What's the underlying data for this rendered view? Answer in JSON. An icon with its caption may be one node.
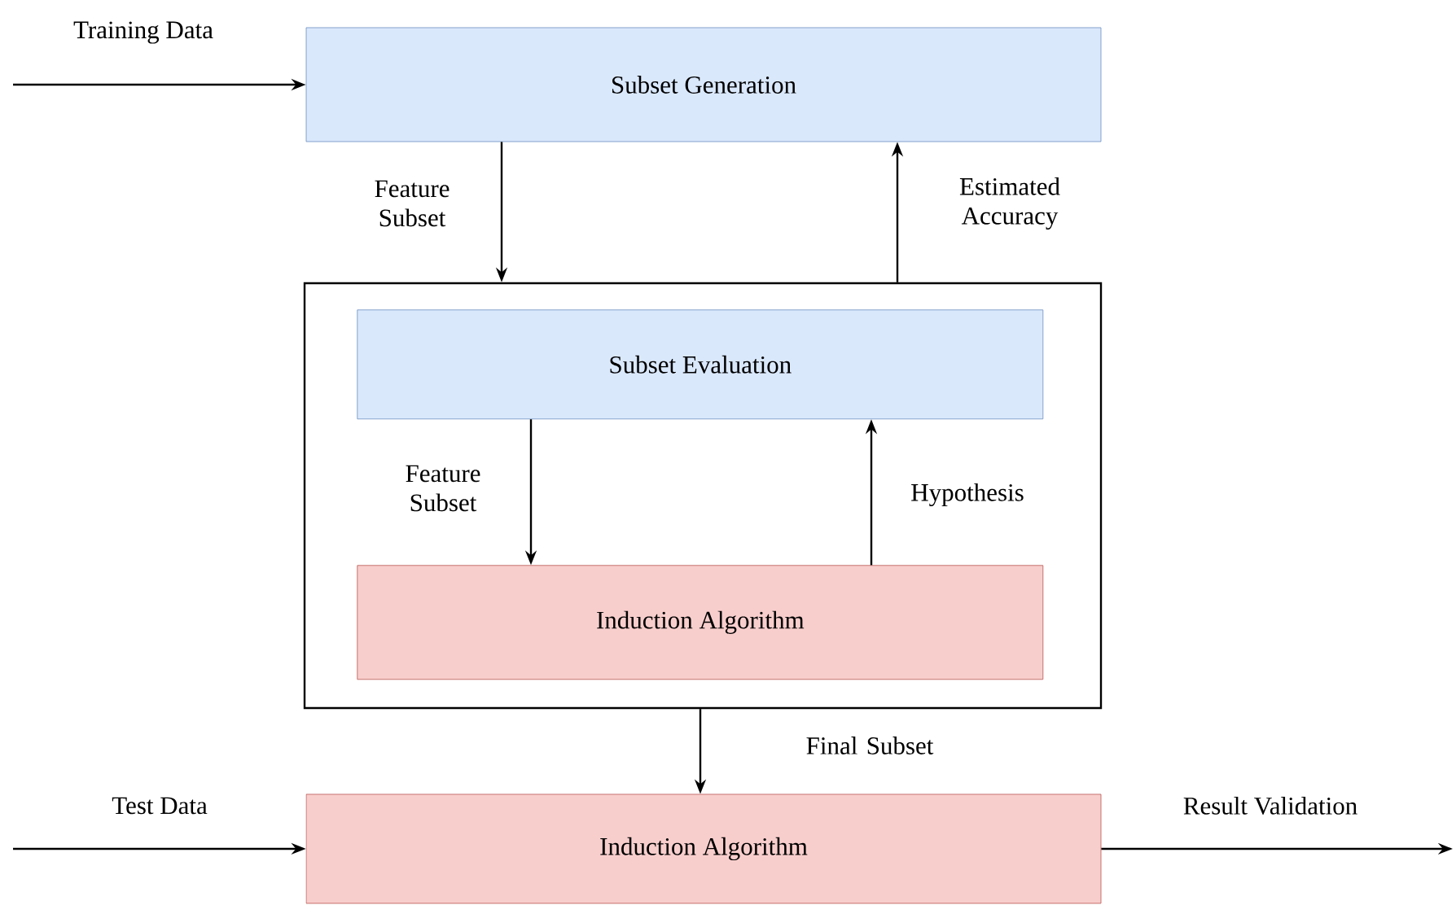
{
  "diagram": {
    "nodes": [
      {
        "text": [
          "Subset Generation"
        ]
      },
      {
        "text": [],
        "shape": "box"
      },
      {
        "text": [
          "Subset Evaluation"
        ],
        "in": 1
      },
      {
        "text": [
          "Induction Algorithm"
        ],
        "in": 1
      },
      {
        "text": [
          "Induction Algorithm"
        ]
      }
    ],
    "edges": [
      {
        "from": null,
        "to": 0,
        "arrow": "to",
        "label": "Training Data"
      },
      {
        "from": 0,
        "to": 1,
        "arrow": "to",
        "label": "Feature Subset"
      },
      {
        "from": 1,
        "to": 0,
        "arrow": "to",
        "label": "Estimated Accuracy"
      },
      {
        "from": 2,
        "to": 3,
        "arrow": "to",
        "label": "Feature Subset"
      },
      {
        "from": 3,
        "to": 2,
        "arrow": "to",
        "label": "Hypothesis"
      },
      {
        "from": 1,
        "to": 4,
        "arrow": "to",
        "label": "Final Subset"
      },
      {
        "from": null,
        "to": 4,
        "arrow": "to",
        "label": "Test Data"
      },
      {
        "from": 4,
        "to": null,
        "arrow": "to",
        "label": "Result Validation"
      }
    ]
  }
}
